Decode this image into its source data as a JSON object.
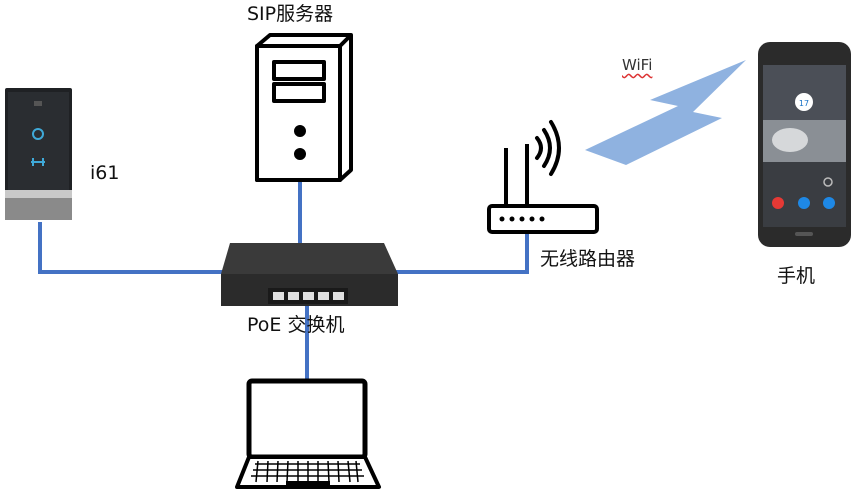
{
  "labels": {
    "sip_server": "SIP服务器",
    "device": "i61",
    "wifi": "WiFi",
    "router": "无线路由器",
    "phone": "手机",
    "switch": "PoE 交换机"
  },
  "colors": {
    "link": "#4472c4",
    "wifi_beam": "#8fb2e0",
    "outline": "#000000",
    "switch_body": "#2b2b2b",
    "device_body": "#1f2124",
    "screen": "#1a73c7"
  },
  "icons": [
    "server-icon",
    "intercom-device-icon",
    "poe-switch-icon",
    "wireless-router-icon",
    "signal-waves-icon",
    "wifi-beam-icon",
    "smartphone-icon",
    "laptop-icon"
  ]
}
